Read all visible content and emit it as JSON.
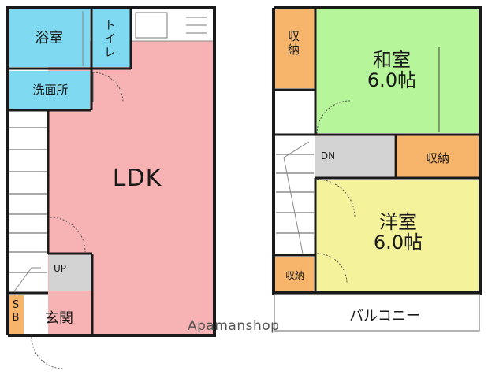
{
  "floor1": {
    "bath": "浴室",
    "toilet": "トイレ",
    "washroom": "洗面所",
    "ldk": "LDK",
    "stairs_up": "UP",
    "sb_top": "S",
    "sb_bottom": "B",
    "entrance": "玄関"
  },
  "floor2": {
    "closet_tall": "収納",
    "washitsu_name": "和室",
    "washitsu_size": "6.0帖",
    "stairs_down": "DN",
    "closet_wide": "収納",
    "yoshitsu_name": "洋室",
    "yoshitsu_size": "6.0帖",
    "closet_small": "収納",
    "balcony": "バルコニー"
  },
  "watermark": "Apamanshop",
  "colors": {
    "ldk": "#f7b2b4",
    "wet": "#7fd9f0",
    "washitsu": "#b6f59a",
    "yoshitsu": "#f4f29a",
    "closet": "#f6b56a",
    "stair_hall": "#d3d3d3",
    "wall": "#1a1a1a"
  }
}
